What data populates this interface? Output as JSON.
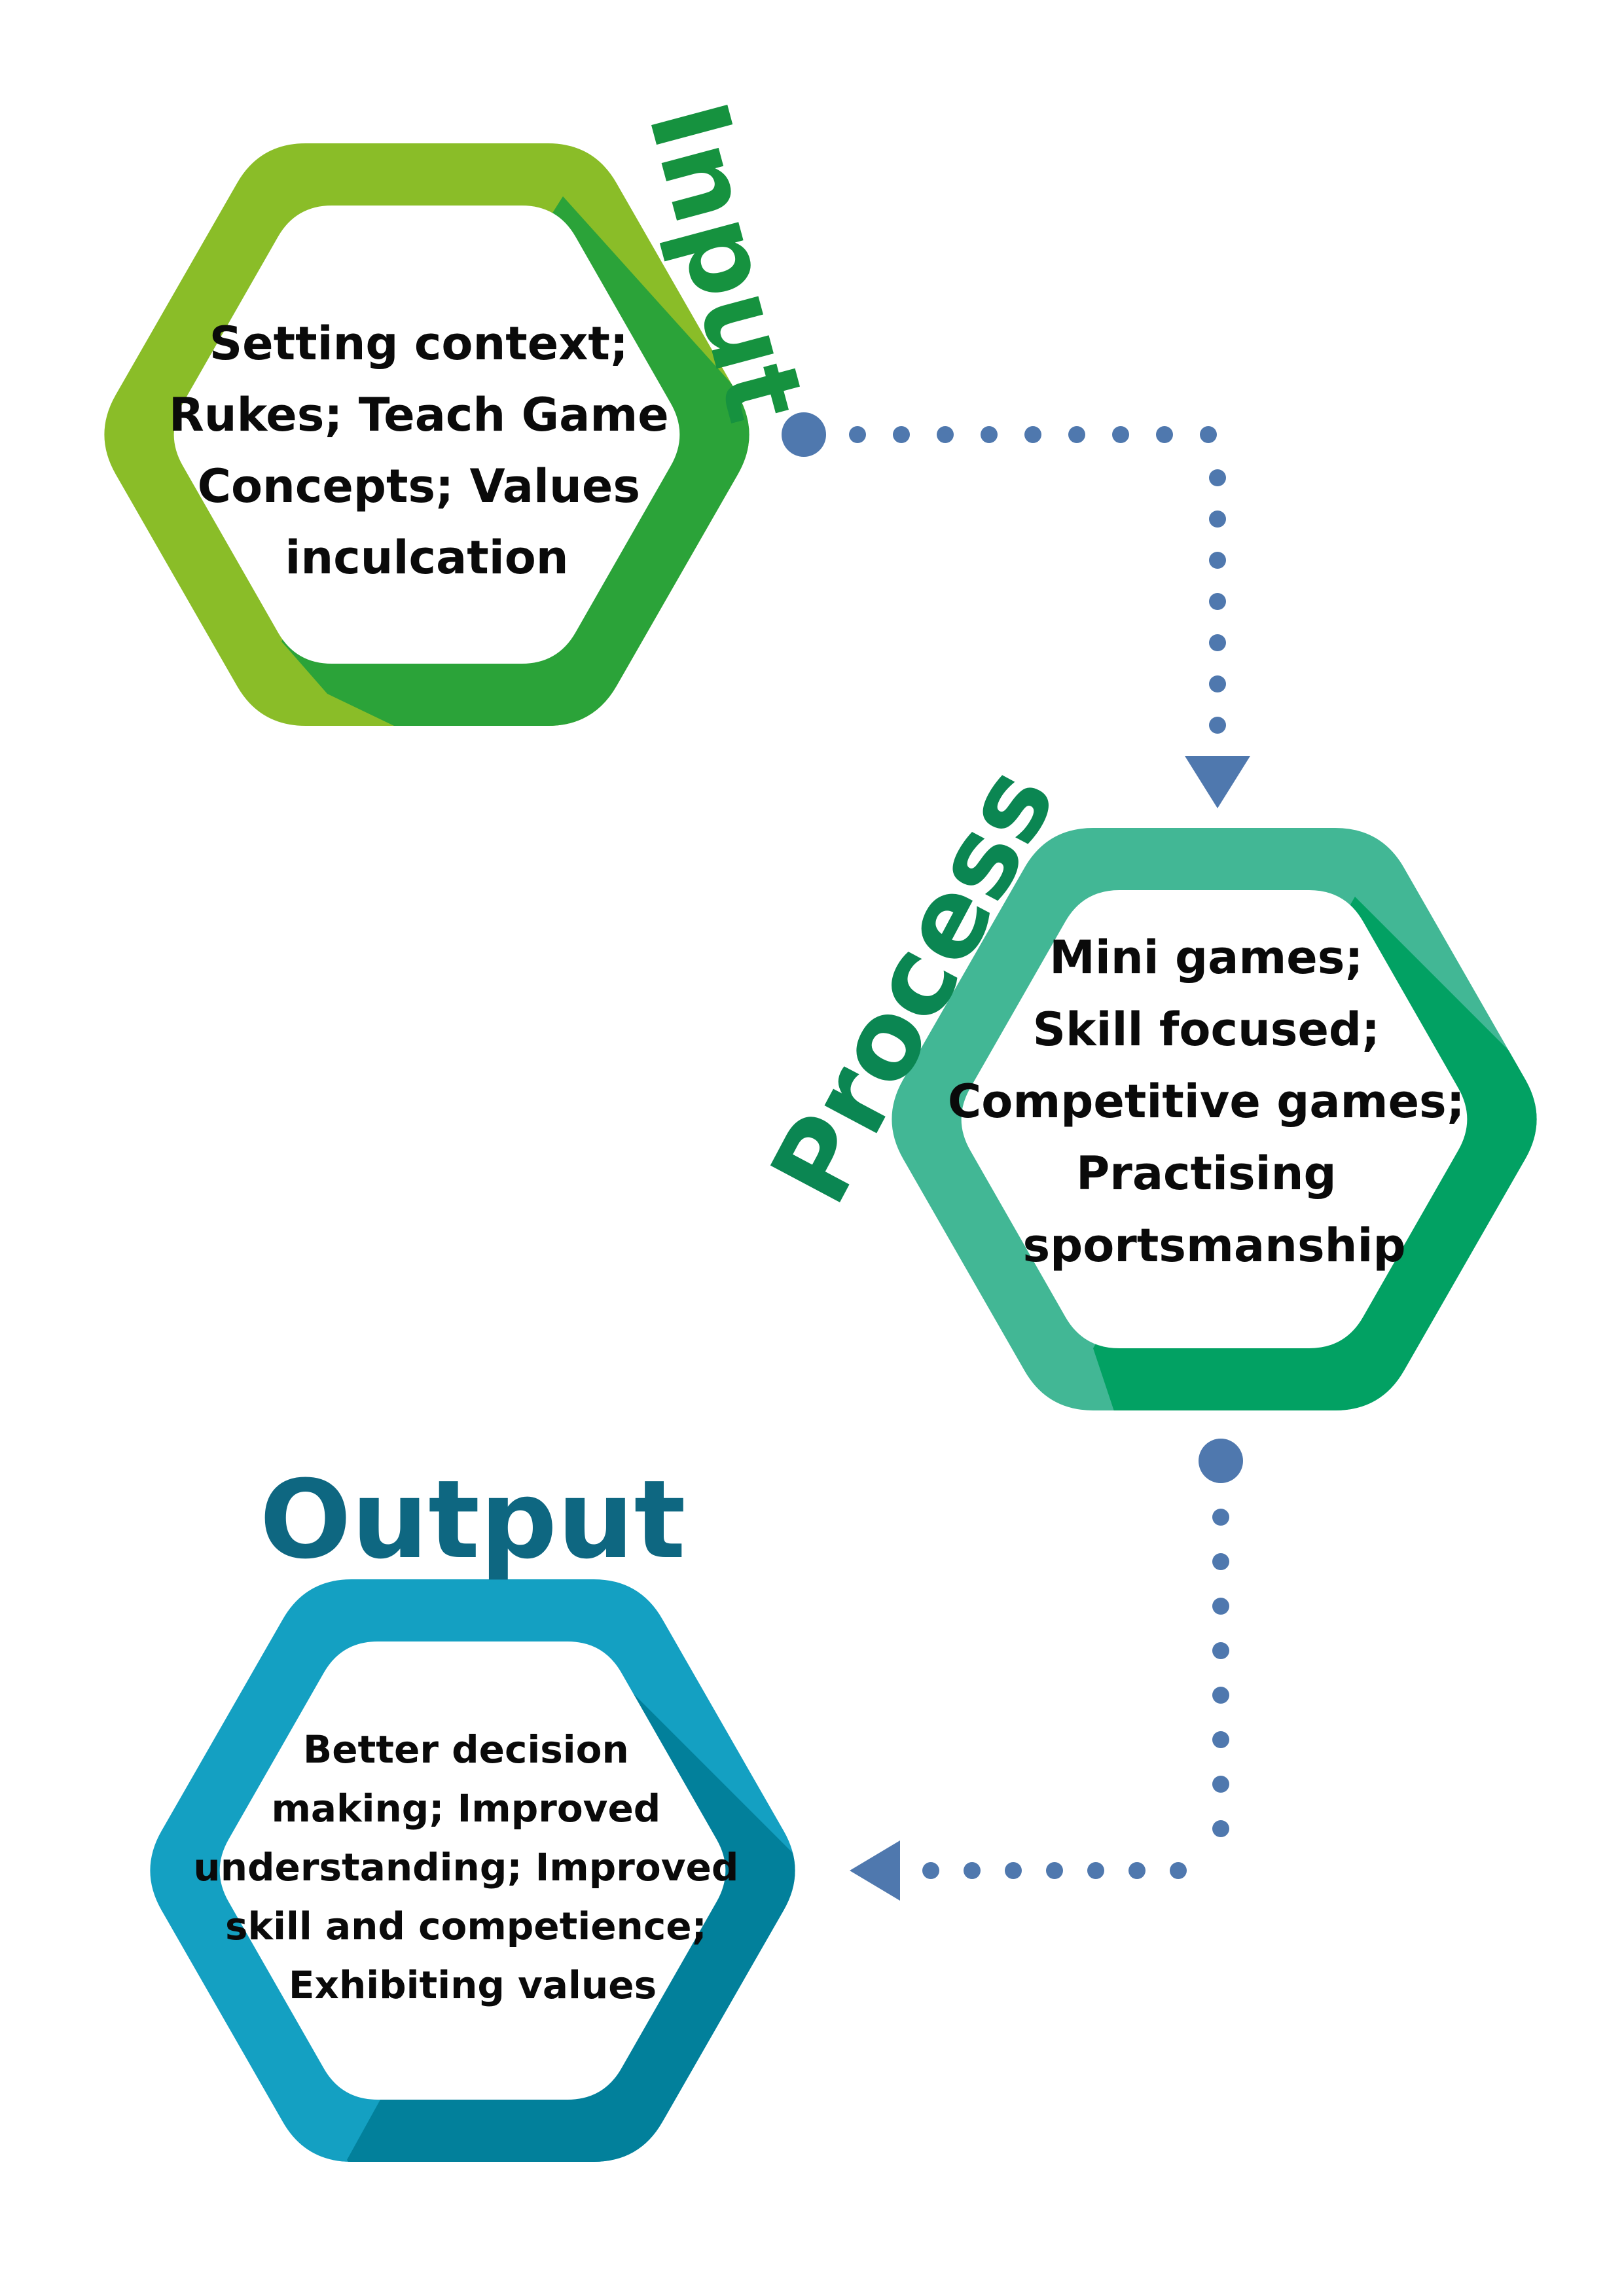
{
  "stages": {
    "input": {
      "label": "Input",
      "lines": [
        "Setting context;",
        "Rukes; Teach Game",
        "Concepts; Values",
        "inculcation"
      ]
    },
    "process": {
      "label": "Process",
      "lines": [
        "Mini games;",
        "Skill focused;",
        "Competitive games;",
        "Practising",
        "sportsmanship"
      ]
    },
    "output": {
      "label": "Output",
      "lines": [
        "Better decision",
        "making; Improved",
        "understanding; Improved",
        "skill and competience;",
        "Exhibiting values"
      ]
    }
  },
  "colors": {
    "input_light": "#8abd28",
    "input_dark": "#2ba339",
    "input_label": "#16923f",
    "process_light": "#42b795",
    "process_dark": "#02a163",
    "process_label": "#0b8652",
    "output_light": "#14a0c2",
    "output_dark": "#02809b",
    "output_label": "#0e6781",
    "connector": "#4f78ae"
  }
}
